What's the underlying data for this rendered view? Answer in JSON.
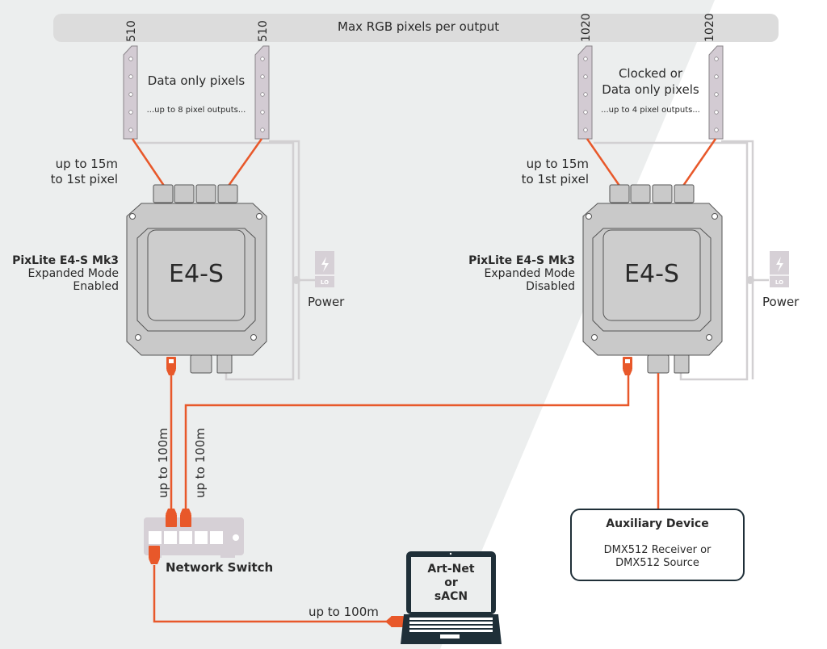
{
  "header_bar": {
    "title": "Max RGB pixels per output"
  },
  "colors": {
    "cable_orange": "#e8582a",
    "background_gray": "#eceeee",
    "device_gray": "#c9c9c9",
    "strip_lilac": "#d3cbd3",
    "power_line_gray": "#d2d0d2",
    "laptop_navy": "#1f2f38"
  },
  "left_group": {
    "strip_max_pixels": [
      "510",
      "510"
    ],
    "pixel_type": "Data only pixels",
    "outputs_note": "...up to 8 pixel outputs...",
    "distance_label_line1": "up to 15m",
    "distance_label_line2": "to 1st pixel",
    "device": {
      "name": "PixLite E4-S Mk3",
      "mode_line1": "Expanded Mode",
      "mode_line2": "Enabled",
      "face_label": "E4-S"
    },
    "power_label": "Power",
    "power_icon_text": "LO"
  },
  "right_group": {
    "strip_max_pixels": [
      "1020",
      "1020"
    ],
    "pixel_type_line1": "Clocked or",
    "pixel_type_line2": "Data only pixels",
    "outputs_note": "...up to 4 pixel outputs...",
    "distance_label_line1": "up to 15m",
    "distance_label_line2": "to 1st pixel",
    "device": {
      "name": "PixLite E4-S Mk3",
      "mode_line1": "Expanded Mode",
      "mode_line2": "Disabled",
      "face_label": "E4-S"
    },
    "power_label": "Power",
    "power_icon_text": "LO"
  },
  "network": {
    "link_label_1": "up to 100m",
    "link_label_2": "up to 100m",
    "switch_label": "Network Switch",
    "laptop_link_label": "up to 100m",
    "laptop_screen_line1": "Art-Net",
    "laptop_screen_line2": "or",
    "laptop_screen_line3": "sACN"
  },
  "auxiliary": {
    "title": "Auxiliary Device",
    "line1": "DMX512 Receiver or",
    "line2": "DMX512 Source"
  }
}
